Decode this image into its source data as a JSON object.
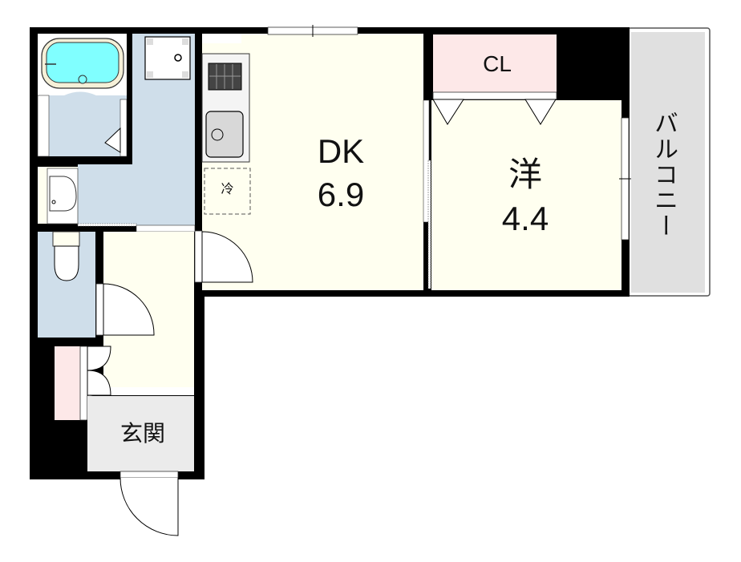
{
  "floor_plan": {
    "rooms": [
      {
        "id": "dk",
        "name": "DK",
        "area": "6.9",
        "fill": "#fffff0"
      },
      {
        "id": "western",
        "name": "洋",
        "area": "4.4",
        "fill": "#fffff0"
      },
      {
        "id": "closet",
        "name": "CL",
        "fill": "#fde8e8"
      },
      {
        "id": "balcony",
        "name": "バルコニー",
        "fill": "#e0e0e0"
      },
      {
        "id": "entrance",
        "name": "玄関",
        "fill": "#ebebeb"
      },
      {
        "id": "bath",
        "name": "",
        "fill": "#cfdeea"
      },
      {
        "id": "toilet",
        "name": "",
        "fill": "#cfdeea"
      },
      {
        "id": "washroom",
        "name": "",
        "fill": "#cfdeea"
      },
      {
        "id": "hallway",
        "name": "",
        "fill": "#fffff0"
      }
    ],
    "fixtures": {
      "fridge_label": "冷"
    },
    "colors": {
      "wall": "#000000",
      "wet_area": "#cfdeea",
      "living": "#fffff0",
      "closet": "#fde8e8",
      "balcony": "#e0e0e0",
      "entrance": "#ebebeb",
      "bathtub_water": "#80ffff"
    }
  }
}
